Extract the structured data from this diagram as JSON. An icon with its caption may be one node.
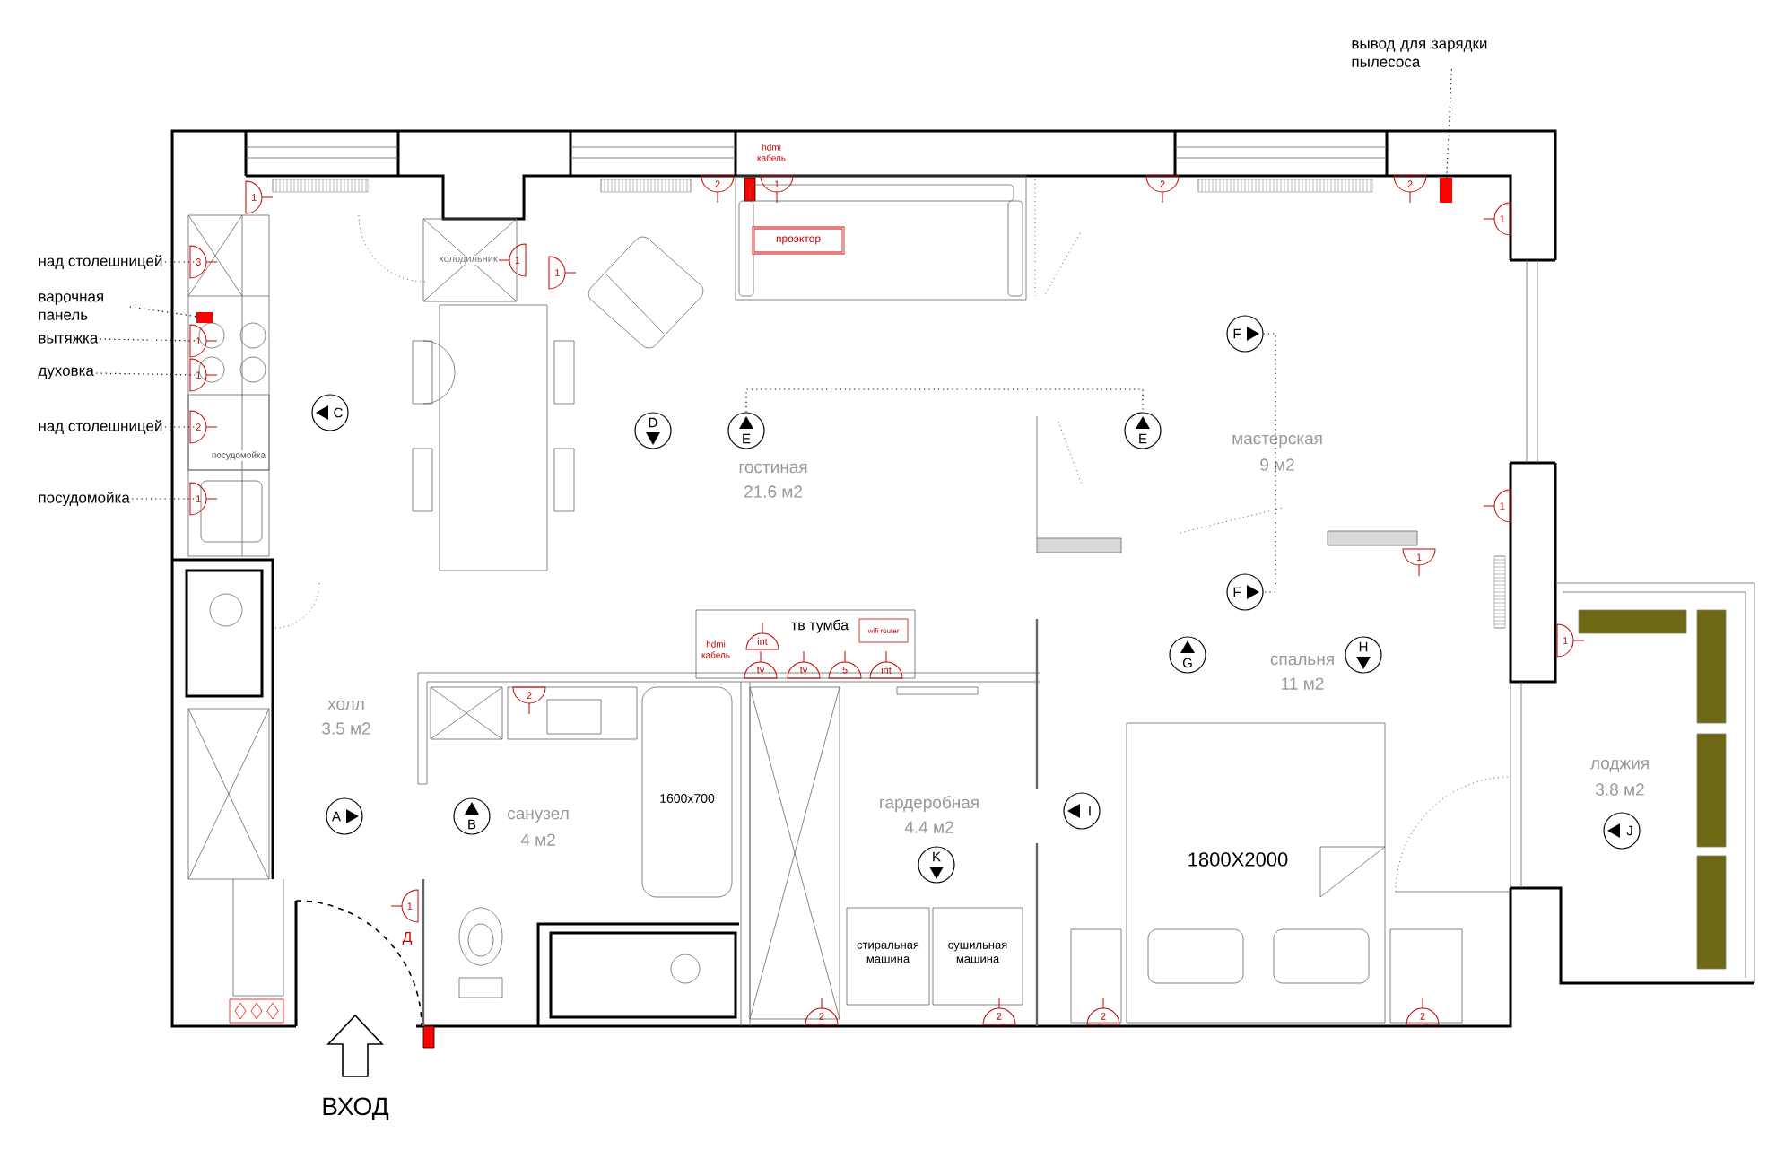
{
  "diagram": {
    "nodes": [
      {
        "text": [
          "над столешницей"
        ]
      },
      {
        "text": [
          "варочная панель"
        ]
      },
      {
        "text": [
          "вытяжка"
        ]
      },
      {
        "text": [
          "духовка"
        ]
      },
      {
        "text": [
          "над столешницей"
        ]
      },
      {
        "text": [
          "посудомойка"
        ]
      },
      {
        "text": [
          "вывод для зарядки пылесоса"
        ]
      },
      {
        "text": [
          "1"
        ]
      },
      {
        "text": [
          "3"
        ]
      },
      {
        "text": [],
        "shape": "box"
      },
      {
        "text": [
          "1"
        ]
      },
      {
        "text": [
          "1"
        ]
      },
      {
        "text": [
          "2"
        ],
        "in": 57
      },
      {
        "text": [
          "1"
        ]
      },
      {
        "text": [
          "холодильник"
        ]
      },
      {
        "text": [
          "1"
        ]
      },
      {
        "text": [
          "1"
        ]
      },
      {
        "text": [
          "2"
        ]
      },
      {
        "text": [
          "1"
        ]
      },
      {
        "text": [
          "2"
        ]
      },
      {
        "text": [
          "2"
        ]
      },
      {
        "text": [],
        "shape": "box"
      },
      {
        "text": [
          "1"
        ]
      },
      {
        "text": [
          "проэктор"
        ]
      },
      {
        "text": [
          "C"
        ]
      },
      {
        "text": [
          "D"
        ]
      },
      {
        "text": [
          "E"
        ]
      },
      {
        "text": [
          "E"
        ]
      },
      {
        "text": [
          "F"
        ]
      },
      {
        "text": [
          "F"
        ]
      },
      {
        "text": [
          "1"
        ]
      },
      {
        "text": [
          "1"
        ]
      },
      {
        "text": [
          "1"
        ]
      },
      {
        "text": [
          "тв тумба"
        ]
      },
      {
        "text": [
          "int"
        ],
        "in": 33
      },
      {
        "text": [
          "tv"
        ],
        "in": 33
      },
      {
        "text": [
          "tv"
        ],
        "in": 33
      },
      {
        "text": [
          "5"
        ],
        "in": 33
      },
      {
        "text": [
          "int"
        ],
        "in": 33
      },
      {
        "text": [
          "wifi router"
        ],
        "in": 33
      },
      {
        "text": [
          "G"
        ]
      },
      {
        "text": [
          "H"
        ]
      },
      {
        "text": [
          "2"
        ]
      },
      {
        "text": [
          "1600x700"
        ]
      },
      {
        "text": [
          "A"
        ]
      },
      {
        "text": [
          "B"
        ]
      },
      {
        "text": [
          "1"
        ]
      },
      {
        "text": [
          "K"
        ]
      },
      {
        "text": [
          "I"
        ]
      },
      {
        "text": [
          "1800X2000"
        ]
      },
      {
        "text": [
          "J"
        ]
      },
      {
        "text": [
          "стиральная машина"
        ]
      },
      {
        "text": [
          "сушильная машина"
        ]
      },
      {
        "text": [
          "2"
        ]
      },
      {
        "text": [
          "2"
        ]
      },
      {
        "text": [
          "2"
        ]
      },
      {
        "text": [
          "2"
        ]
      },
      {
        "text": [
          "посудомойка"
        ]
      }
    ],
    "edges": [
      {
        "from": 0,
        "to": 8,
        "arrow": "none",
        "style": "dashed"
      },
      {
        "from": 1,
        "to": 9,
        "arrow": "none",
        "style": "dashed"
      },
      {
        "from": 2,
        "to": 10,
        "arrow": "none",
        "style": "dashed"
      },
      {
        "from": 3,
        "to": 11,
        "arrow": "none",
        "style": "dashed"
      },
      {
        "from": 4,
        "to": 12,
        "arrow": "none",
        "style": "dashed"
      },
      {
        "from": 5,
        "to": 13,
        "arrow": "none",
        "style": "dashed"
      },
      {
        "from": 6,
        "to": 21,
        "arrow": "none",
        "style": "dashed"
      },
      {
        "from": 26,
        "to": 27,
        "arrow": "none",
        "style": "dashed"
      },
      {
        "from": 28,
        "to": 29,
        "arrow": "none",
        "style": "dashed"
      }
    ],
    "labels": [
      "hdmi кабель",
      "мастерская",
      "9 м2",
      "гостиная",
      "21.6 м2",
      "hdmi кабель",
      "спальня",
      "11 м2",
      "холл",
      "3.5 м2",
      "санузел",
      "4 м2",
      "гардеробная",
      "4.4 м2",
      "лоджия",
      "3.8 м2",
      "Д",
      "ВХОД"
    ]
  }
}
